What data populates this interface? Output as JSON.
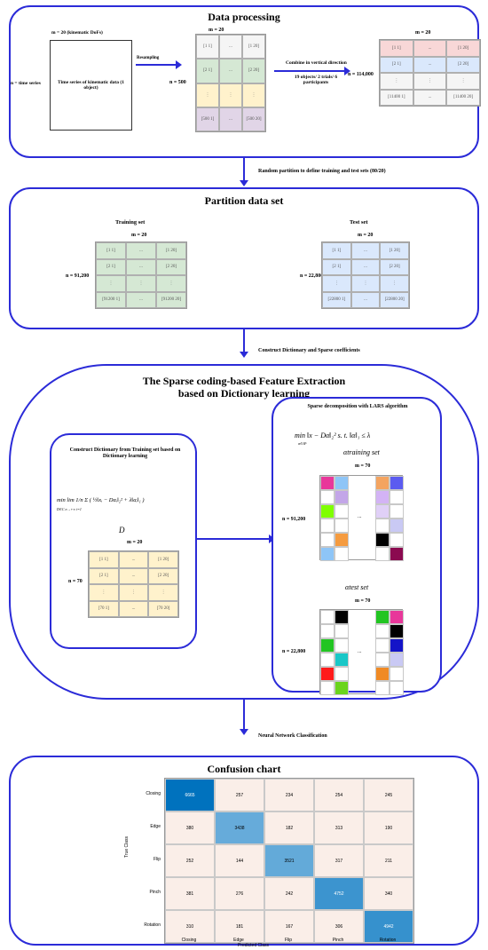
{
  "panel1": {
    "title": "Data processing",
    "m_label": "m = 20 (kinematic DoFs)",
    "n_label": "n = time series",
    "box_text": "Time series of kinematic data (1 object)",
    "resampling": "Resampling",
    "m2": "m = 20",
    "n500": "n = 500",
    "combine": "Combine in vertical direction",
    "combine_sub": "19 objects/ 2 trials/ 6 participants",
    "n114": "n = 114,000",
    "m3": "m = 20",
    "grid1": [
      "[1 1]",
      "...",
      "[1 20]",
      "[2 1]",
      "...",
      "[2 20]",
      "⋮",
      "⋮",
      "⋮",
      "[500 1]",
      "...",
      "[500 20]"
    ],
    "grid2": [
      "[1 1]",
      "...",
      "[1 20]",
      "[2 1]",
      "...",
      "[2 20]",
      "⋮",
      "⋮",
      "⋮",
      "[11400 1]",
      "...",
      "[11400 20]"
    ]
  },
  "arrow1": "Random partition to define training and test sets (80/20)",
  "panel2": {
    "title": "Partition data set",
    "train_title": "Training set",
    "test_title": "Test set",
    "m_train": "m = 20",
    "m_test": "m = 20",
    "n_train": "n = 91,200",
    "n_test": "n = 22,800",
    "grid_train": [
      "[1 1]",
      "...",
      "[1 20]",
      "[2 1]",
      "...",
      "[2 20]",
      "⋮",
      "⋮",
      "⋮",
      "[91200 1]",
      "...",
      "[91200 20]"
    ],
    "grid_test": [
      "[1 1]",
      "...",
      "[1 20]",
      "[2 1]",
      "...",
      "[2 20]",
      "⋮",
      "⋮",
      "⋮",
      "[22800 1]",
      "...",
      "[22800 20]"
    ]
  },
  "arrow2": "Construct Dictionary and Sparse coefficients",
  "panel3": {
    "title1": "The Sparse coding-based Feature Extraction",
    "title2": "based on Dictionary learning",
    "dict_title": "Construct Dictionary from Training set based on Dictionary learning",
    "formula": "min lim 1/n Σ ( ½‖xᵢ − Dαᵢ‖₂² + λ‖αᵢ‖₁ )",
    "formula_sub": "D∈C  n→+∞   i=1",
    "D": "D",
    "m_dict": "m = 20",
    "n_dict": "n = 70",
    "grid_dict": [
      "[1 1]",
      "...",
      "[1 20]",
      "[2 1]",
      "...",
      "[2 20]",
      "⋮",
      "⋮",
      "⋮",
      "[70 1]",
      "...",
      "[70 20]"
    ],
    "sparse_title": "Sparse decomposition with LARS algorithm",
    "sparse_formula": "min ‖x − Dα‖₂²  s. t. ‖α‖₁ ≤ λ",
    "sparse_formula_sub": "α∈ℝᵏ",
    "alpha_train": "αtraining set",
    "alpha_test": "αtest set",
    "m_alpha1": "m = 70",
    "m_alpha2": "m = 70",
    "n_alpha1": "n = 91,200",
    "n_alpha2": "n = 22,800",
    "dots": "..."
  },
  "arrow3": "Neural Network Classification",
  "panel4": {
    "title": "Confusion chart",
    "ylabel": "True Class",
    "xlabel": "Predicted Class",
    "classes": [
      "Closing",
      "Edge",
      "Flip",
      "Pinch",
      "Rotation"
    ]
  },
  "chart_data": {
    "type": "heatmap",
    "title": "Confusion chart",
    "xlabel": "Predicted Class",
    "ylabel": "True Class",
    "categories": [
      "Closing",
      "Edge",
      "Flip",
      "Pinch",
      "Rotation"
    ],
    "values": [
      [
        6665,
        257,
        234,
        254,
        245
      ],
      [
        380,
        3438,
        182,
        313,
        190
      ],
      [
        252,
        144,
        3521,
        317,
        211
      ],
      [
        381,
        276,
        242,
        4752,
        340
      ],
      [
        310,
        181,
        167,
        306,
        4942
      ]
    ]
  },
  "colors": {
    "border": "#2b2bd8",
    "red": "#f8d7d7",
    "green": "#d5e8d4",
    "yellow": "#fff2cc",
    "purple": "#e1d5e7",
    "blue": "#dae8fc",
    "gray": "#f5f5f5"
  }
}
